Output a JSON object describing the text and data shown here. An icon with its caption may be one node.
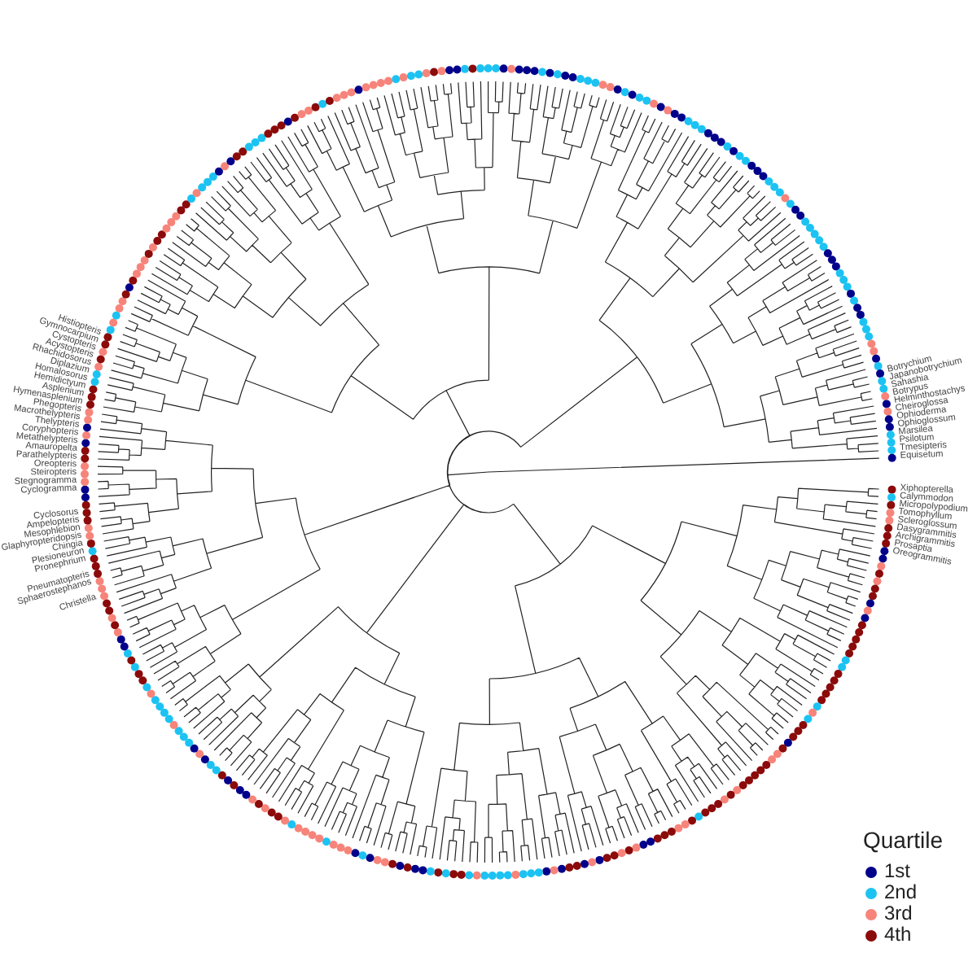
{
  "diagram": {
    "labels": [
      "Xiphopterella",
      "Calymmodon",
      "Micropolypodium",
      "Tomophyllum",
      "Scleroglossum",
      "Dasygrammitis",
      "Archigrammitis",
      "Prosaptia",
      "Oreogrammitis",
      "Christella",
      "Sphaerostephanos",
      "Pneumatopteris",
      "Pronephrium",
      "Plesioneuron",
      "Chingia",
      "Glaphyropteridopsis",
      "Mesophlebion",
      "Ampelopteris",
      "Cyclosorus",
      "Cyclogramma",
      "Stegnogramma",
      "Steiropteris",
      "Oreopteris",
      "Parathelypteris",
      "Amauropelta",
      "Metathelypteris",
      "Coryphopteris",
      "Thelypteris",
      "Macrothelypteris",
      "Phegopteris",
      "Hymenasplenium",
      "Asplenium",
      "Hemidictyum",
      "Homalosorus",
      "Diplazium",
      "Rhachidosorus",
      "Acystopteris",
      "Cystopteris",
      "Gymnocarpium",
      "Histiopteris",
      "Botrychium",
      "Japanobotrychium",
      "Sahashia",
      "Botrypus",
      "Helminthostachys",
      "Cheiroglossa",
      "Ophioderma",
      "Ophioglossum",
      "Marsilea",
      "Psilotum",
      "Tmesipteris",
      "Equisetum",
      "Quartile"
    ],
    "legend": [
      {
        "text": "1st",
        "color": "#00008b"
      },
      {
        "text": "2nd",
        "color": "#1cc3f2"
      },
      {
        "text": "3rd",
        "color": "#f7847a"
      },
      {
        "text": "4th",
        "color": "#8b0a0a"
      }
    ]
  }
}
